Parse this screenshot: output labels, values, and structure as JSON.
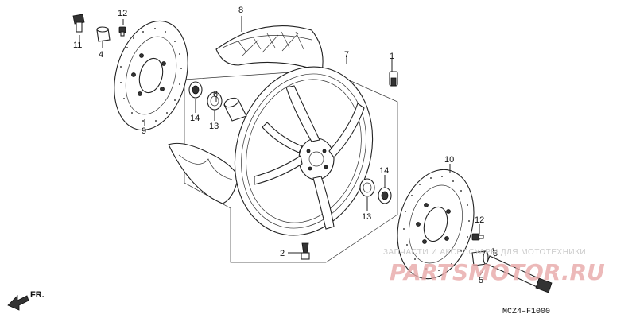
{
  "diagram": {
    "parts": [
      {
        "id": "1",
        "name": "valve"
      },
      {
        "id": "2",
        "name": "valve-stem"
      },
      {
        "id": "3",
        "name": "axle"
      },
      {
        "id": "4",
        "name": "collar"
      },
      {
        "id": "5",
        "name": "collar-right"
      },
      {
        "id": "6",
        "name": "distance-collar"
      },
      {
        "id": "7",
        "name": "wheel-rim"
      },
      {
        "id": "8",
        "name": "tire"
      },
      {
        "id": "9",
        "name": "brake-disc-left"
      },
      {
        "id": "10",
        "name": "brake-disc-right"
      },
      {
        "id": "11",
        "name": "axle-bolt"
      },
      {
        "id": "12",
        "name": "disc-bolt"
      },
      {
        "id": "13",
        "name": "bearing"
      },
      {
        "id": "14",
        "name": "dust-seal"
      }
    ],
    "labels": {
      "l1": "1",
      "l2": "2",
      "l3": "3",
      "l4": "4",
      "l5": "5",
      "l6": "6",
      "l7": "7",
      "l8": "8",
      "l9": "9",
      "l10": "10",
      "l11": "11",
      "l12a": "12",
      "l12b": "12",
      "l13a": "13",
      "l13b": "13",
      "l14a": "14",
      "l14b": "14"
    },
    "direction_marker": "FR.",
    "figure_code": "MCZ4–F1000"
  },
  "watermark": {
    "tagline": "ЗАПЧАСТИ И АКСЕССУАРЫ ДЛЯ МОТОТЕХНИКИ",
    "brand": "PARTSMOTOR.RU"
  }
}
